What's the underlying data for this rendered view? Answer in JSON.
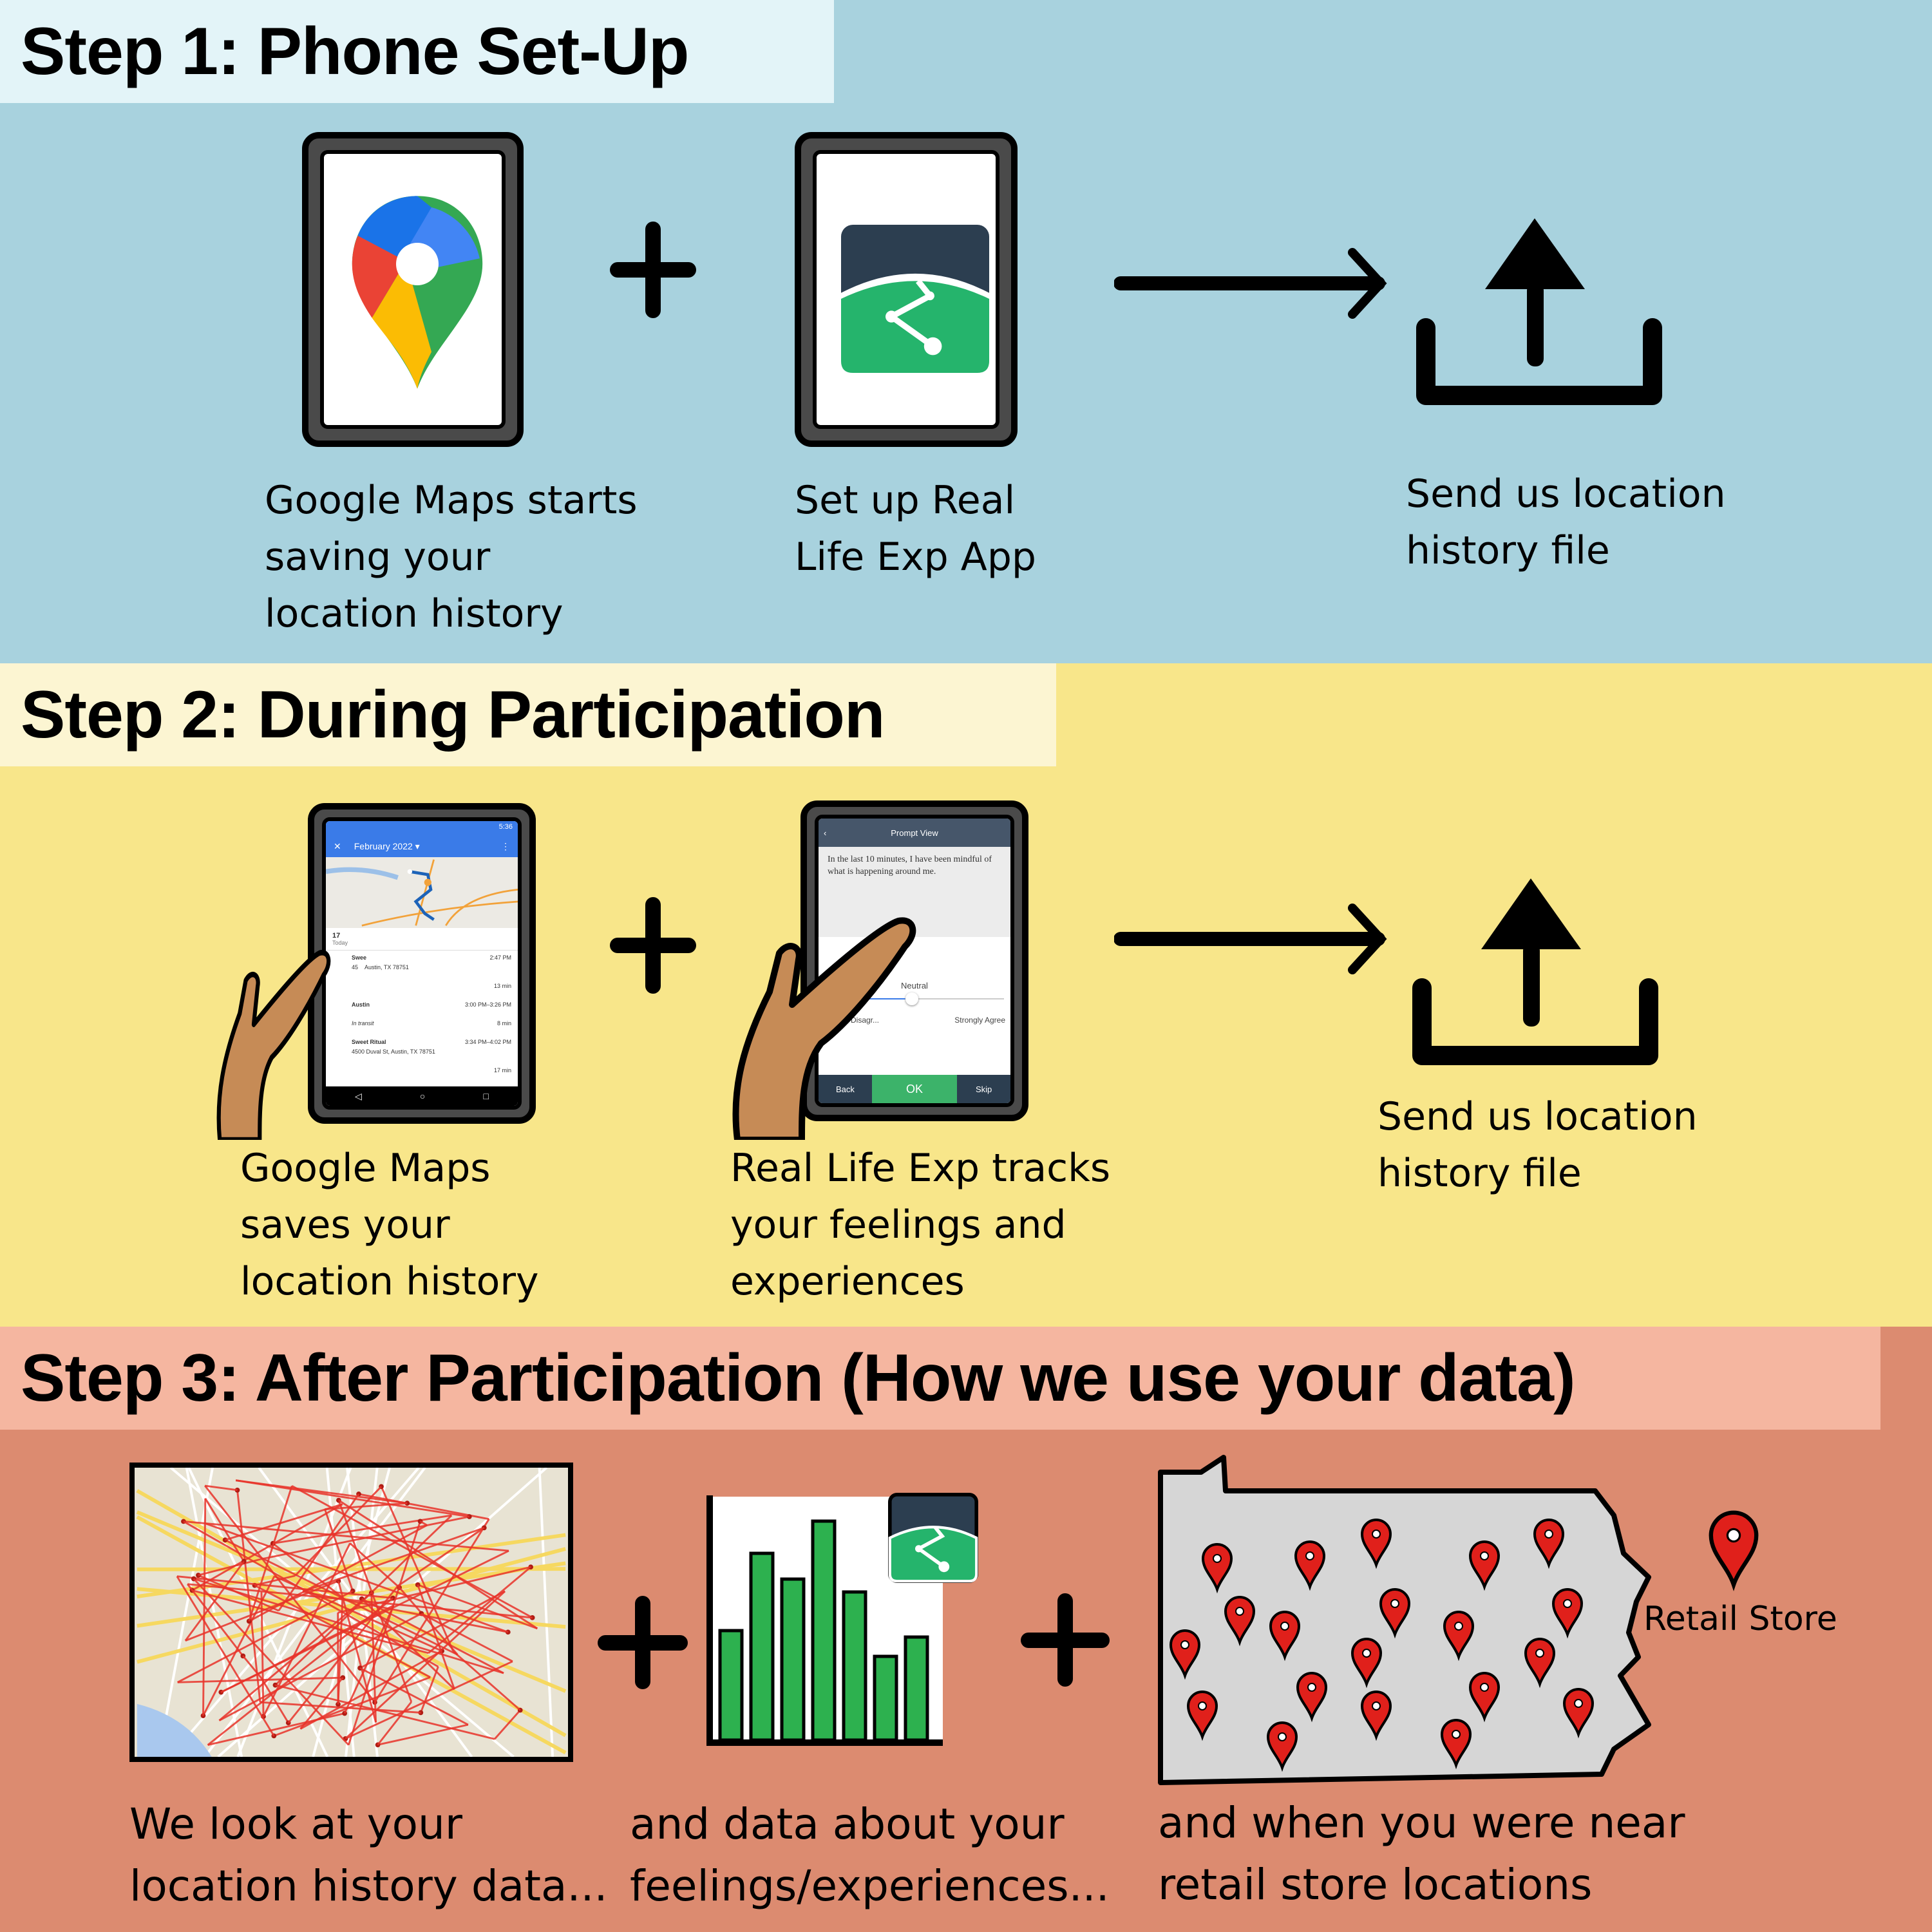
{
  "colors": {
    "step1_bg": "#a8d2de",
    "step1_title_bg": "#e3f4f8",
    "step2_bg": "#f8e68a",
    "step2_title_bg": "#fcf5d2",
    "step3_bg": "#dc8b70",
    "step3_title_bg": "#f5b6a0",
    "pin_red": "#e0201b",
    "app_green": "#25b46c",
    "app_navy": "#2c3e50"
  },
  "step1": {
    "title": "Step 1: Phone Set-Up",
    "items": [
      {
        "icon": "google-maps-icon",
        "lines": [
          "Google Maps starts",
          "saving your",
          "location history"
        ]
      },
      {
        "icon": "real-life-exp-app-icon",
        "lines": [
          "Set up Real",
          "Life Exp App"
        ]
      },
      {
        "icon": "upload-icon",
        "lines": [
          "Send us location",
          "history file"
        ]
      }
    ]
  },
  "step2": {
    "title": "Step 2: During Participation",
    "maps_screen": {
      "time": "5:36",
      "month": "February 2022 ▾",
      "day": "17",
      "day_label": "Today",
      "rows": [
        {
          "name": "Swee",
          "time": "2:47 PM",
          "address": "45",
          "address_end": "Austin, TX 78751"
        },
        {
          "duration": "13 min"
        },
        {
          "name": "Austin",
          "time": "3:00 PM–3:26 PM"
        },
        {
          "name": "In transit",
          "duration": "8 min"
        },
        {
          "name": "Sweet Ritual",
          "time": "3:34 PM–4:02 PM",
          "address": "4500 Duval St, Austin, TX 78751"
        },
        {
          "duration": "17 min"
        }
      ]
    },
    "prompt_screen": {
      "header": "Prompt View",
      "question": "In the last 10 minutes, I have been mindful of what is happening around me.",
      "slider_value_label": "Neutral",
      "slider_fraction": 0.5,
      "left_label": "Disagr...",
      "right_label": "Strongly Agree",
      "back": "Back",
      "ok": "OK",
      "skip": "Skip"
    },
    "items": [
      {
        "lines": [
          "Google Maps",
          "saves your",
          "location history"
        ]
      },
      {
        "lines": [
          "Real Life Exp tracks",
          "your feelings and",
          "experiences"
        ]
      },
      {
        "lines": [
          "Send us location",
          "history file"
        ]
      }
    ]
  },
  "step3": {
    "title": "Step 3: After Participation (How we use your data)",
    "legend_label": "Retail Store",
    "items": [
      {
        "lines": [
          "We look at your",
          "location history data..."
        ]
      },
      {
        "lines": [
          "and data about your",
          "feelings/experiences..."
        ]
      },
      {
        "lines": [
          "and when you were near",
          "retail store locations"
        ]
      }
    ]
  }
}
